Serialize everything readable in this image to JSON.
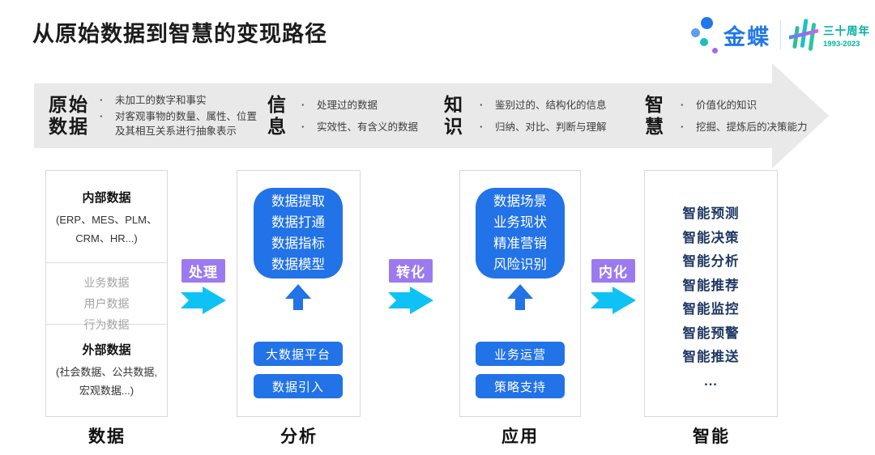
{
  "title": "从原始数据到智慧的变现路径",
  "logo": {
    "brand": "金蝶",
    "anniversary": "三十周年",
    "years": "1993-2023",
    "colors": {
      "brand_blue": "#2278E8",
      "teal": "#00AFA3",
      "purple": "#A468F0"
    }
  },
  "banner": {
    "stages": [
      {
        "line1": "原始",
        "line2": "数据",
        "points": [
          "未加工的数字和事实",
          "对客观事物的数量、属性、位置及其相互关系进行抽象表示"
        ]
      },
      {
        "line1": "信",
        "line2": "息",
        "points": [
          "处理过的数据",
          "实效性、有含义的数据"
        ]
      },
      {
        "line1": "知",
        "line2": "识",
        "points": [
          "鉴别过的、结构化的信息",
          "归纳、对比、判断与理解"
        ]
      },
      {
        "line1": "智",
        "line2": "慧",
        "points": [
          "价值化的知识",
          "挖掘、提炼后的决策能力"
        ]
      }
    ]
  },
  "data_column": {
    "footer": "数据",
    "internal": {
      "title": "内部数据",
      "line1": "(ERP、MES、PLM、",
      "line2": "CRM、HR...)"
    },
    "middle": [
      "业务数据",
      "用户数据",
      "行为数据"
    ],
    "external": {
      "title": "外部数据",
      "line1": "(社会数据、公共数据,",
      "line2": "宏观数据...)"
    }
  },
  "analysis_column": {
    "footer": "分析",
    "main_box": [
      "数据提取",
      "数据打通",
      "数据指标",
      "数据模型"
    ],
    "buttons": [
      "大数据平台",
      "数据引入"
    ]
  },
  "application_column": {
    "footer": "应用",
    "main_box": [
      "数据场景",
      "业务现状",
      "精准营销",
      "风险识别"
    ],
    "buttons": [
      "业务运营",
      "策略支持"
    ]
  },
  "intelligence_column": {
    "footer": "智能",
    "items": [
      "智能预测",
      "智能决策",
      "智能分析",
      "智能推荐",
      "智能监控",
      "智能预警",
      "智能推送",
      "..."
    ]
  },
  "connectors": [
    {
      "label": "处理"
    },
    {
      "label": "转化"
    },
    {
      "label": "内化"
    }
  ],
  "colors": {
    "banner_gray": "#E9E9E9",
    "box_blue": "#2272E8",
    "label_purple": "#9B7AF0",
    "arrow_cyan": "#0EC2F5",
    "navy_text": "#1F3864",
    "muted_gray": "#A3A3A3"
  }
}
